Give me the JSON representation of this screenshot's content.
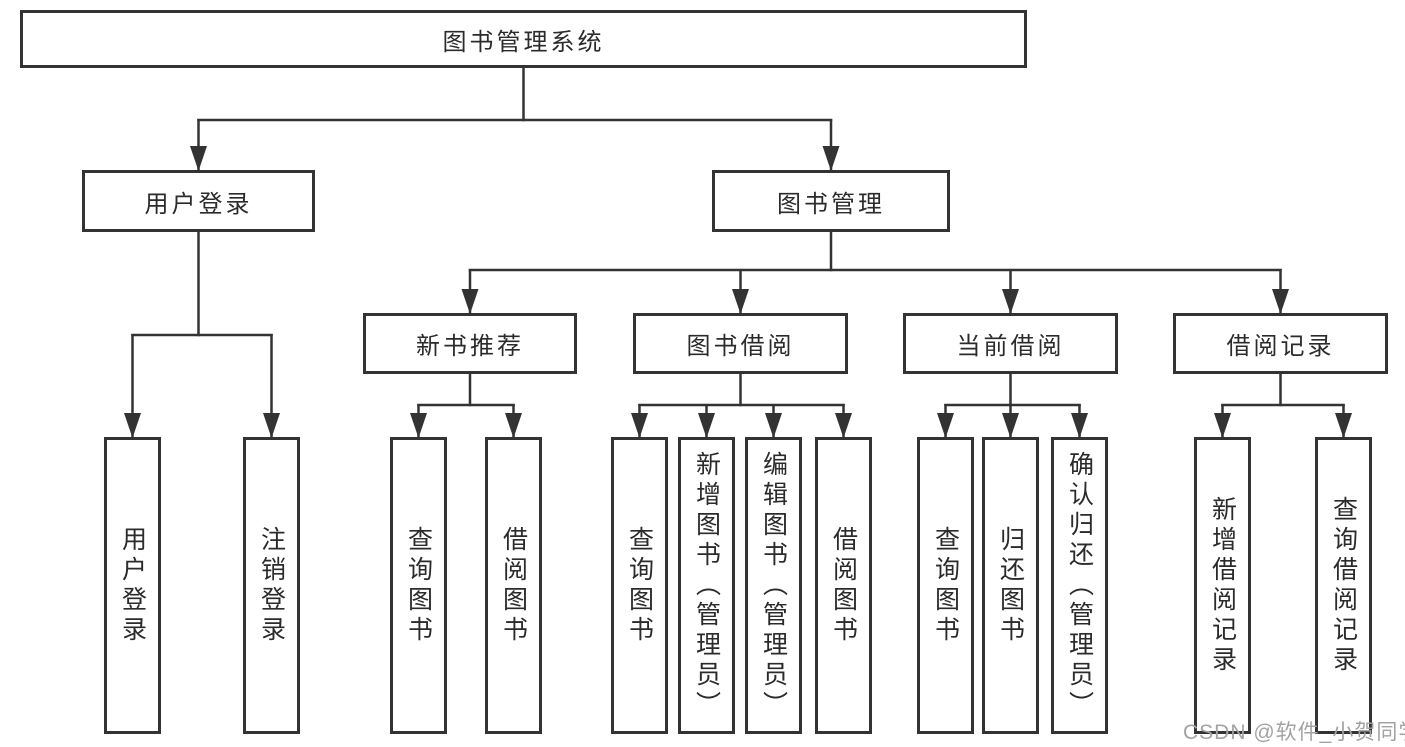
{
  "diagram_title": "图书管理系统",
  "tree": {
    "label": "图书管理系统",
    "children": [
      {
        "label": "用户登录",
        "children": [
          {
            "label": "用户登录"
          },
          {
            "label": "注销登录"
          }
        ]
      },
      {
        "label": "图书管理",
        "children": [
          {
            "label": "新书推荐",
            "children": [
              {
                "label": "查询图书"
              },
              {
                "label": "借阅图书"
              }
            ]
          },
          {
            "label": "图书借阅",
            "children": [
              {
                "label": "查询图书"
              },
              {
                "label": "新增图书（管理员）"
              },
              {
                "label": "编辑图书（管理员）"
              },
              {
                "label": "借阅图书"
              }
            ]
          },
          {
            "label": "当前借阅",
            "children": [
              {
                "label": "查询图书"
              },
              {
                "label": "归还图书"
              },
              {
                "label": "确认归还（管理员）"
              }
            ]
          },
          {
            "label": "借阅记录",
            "children": [
              {
                "label": "新增借阅记录"
              },
              {
                "label": "查询借阅记录"
              }
            ]
          }
        ]
      }
    ]
  },
  "watermark": "CSDN @软件_小贺同学",
  "colors": {
    "line": "#333333",
    "box_border": "#333333",
    "text": "#2b2b2b",
    "watermark": "#a3a3a3",
    "background": "#ffffff"
  }
}
